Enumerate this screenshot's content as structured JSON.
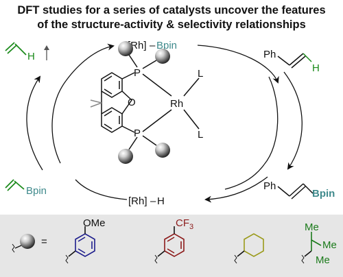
{
  "title": {
    "line1": "DFT studies for a series of catalysts uncover the features",
    "line2": "of the structure-activity & selectivity relationships"
  },
  "cycle": {
    "top_complex": {
      "metal": "[Rh]",
      "dash": "–",
      "boryl": "Bpin"
    },
    "bottom_complex": {
      "metal": "[Rh]",
      "dash": "–",
      "hydride": "H"
    },
    "top_left": {
      "h_label": "H"
    },
    "top_right": {
      "ph": "Ph",
      "h_label": "H"
    },
    "bottom_left": {
      "bpin": "Bpin"
    },
    "bottom_right": {
      "ph": "Ph",
      "bpin": "Bpin"
    }
  },
  "catalyst": {
    "metal": "Rh",
    "ligand_top": "L",
    "ligand_bottom": "L",
    "p_top": "P",
    "p_bottom": "P",
    "oxygen": "O"
  },
  "legend": {
    "equals": "=",
    "ome": "OMe",
    "cf3": "CF",
    "cf3_sub": "3",
    "me_top": "Me",
    "me_right": "Me",
    "me_bottom": "Me"
  },
  "colors": {
    "teal": "#3f8a8c",
    "green": "#1a8a1a",
    "anisyl": "#1d1d8c",
    "cf3aryl": "#8c1a1a",
    "cyclohexyl": "#9a9a1a",
    "tbu": "#1a7a1a",
    "legend_bg": "#e6e6e6"
  }
}
